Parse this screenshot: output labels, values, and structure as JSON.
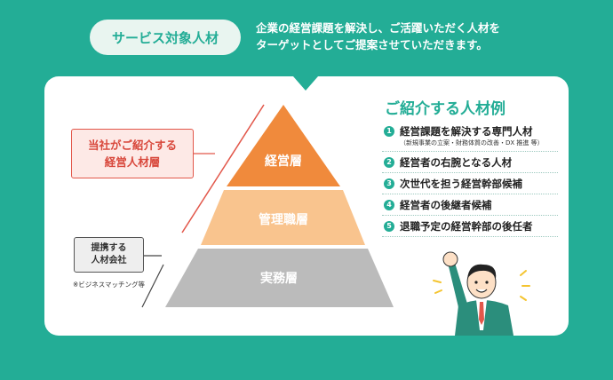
{
  "header": {
    "pill_label": "サービス対象人材",
    "intro_line1": "企業の経営課題を解決し、ご活躍いただく人材を",
    "intro_line2": "ターゲットとしてご提案させていただきます。"
  },
  "pyramid": {
    "top": "経営層",
    "middle": "管理職層",
    "bottom": "実務層",
    "callout_red_line1": "当社がご紹介する",
    "callout_red_line2": "経営人材層",
    "callout_gray_line1": "提携する",
    "callout_gray_line2": "人材会社",
    "note": "※ビジネスマッチング等"
  },
  "examples": {
    "title": "ご紹介する人材例",
    "items": [
      {
        "num": "1",
        "label": "経営課題を解決する専門人材",
        "sub": "（新規事業の立案・財務体質の改善・DX 推進 等）"
      },
      {
        "num": "2",
        "label": "経営者の右腕となる人材"
      },
      {
        "num": "3",
        "label": "次世代を担う経営幹部候補"
      },
      {
        "num": "4",
        "label": "経営者の後継者候補"
      },
      {
        "num": "5",
        "label": "退職予定の経営幹部の後任者"
      }
    ]
  },
  "colors": {
    "brand": "#23ad96",
    "pyramid_top": "#f08a3c",
    "pyramid_middle": "#f9c48e",
    "pyramid_bottom": "#bbbbbb",
    "callout_red": "#e2574a"
  }
}
